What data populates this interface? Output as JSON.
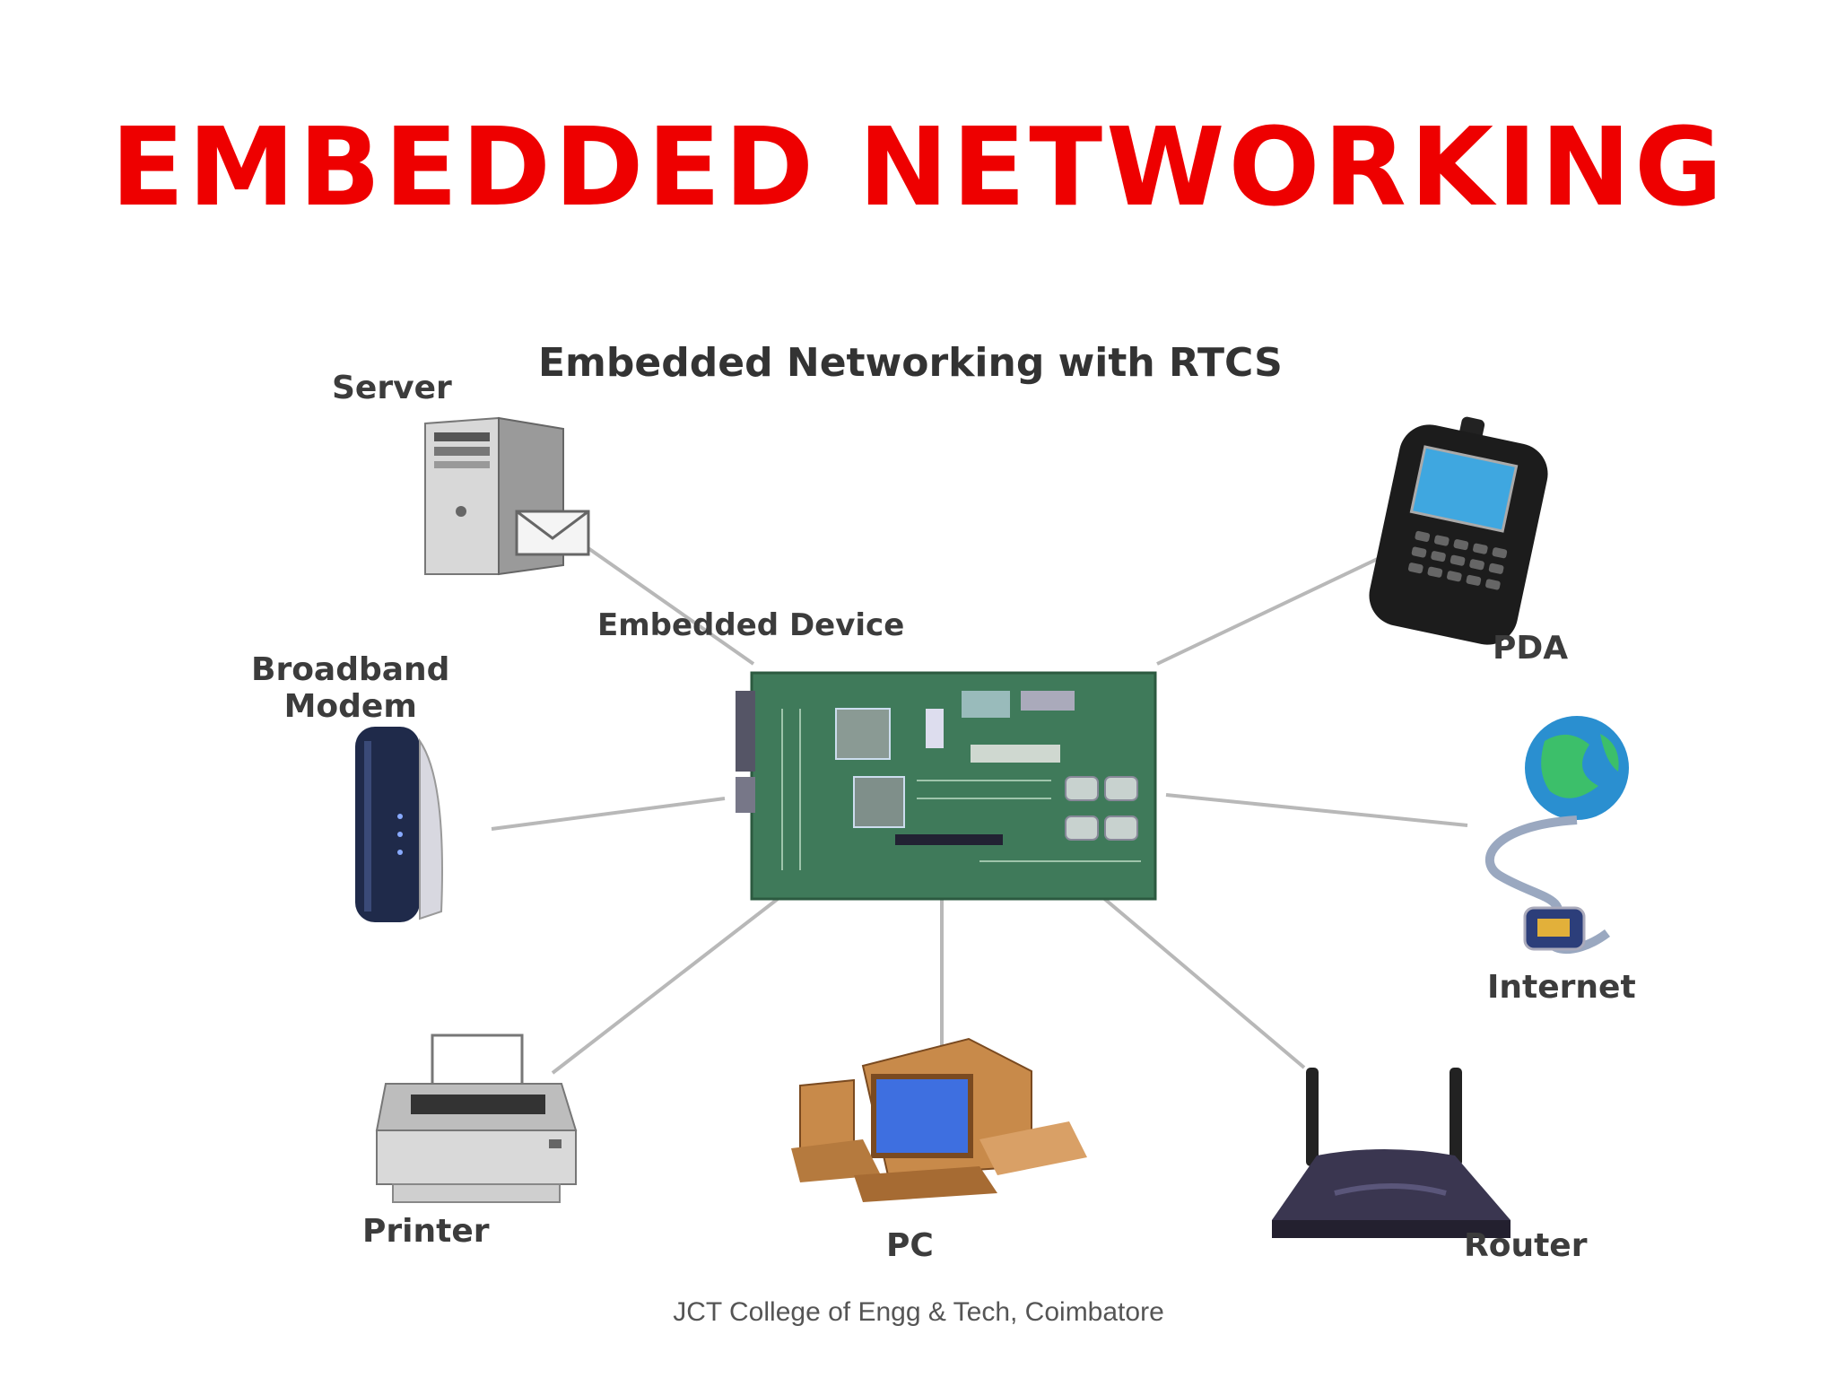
{
  "slide": {
    "title": "EMBEDDED NETWORKING",
    "title_color": "#ee0000",
    "footer": "JCT College of Engg & Tech, Coimbatore"
  },
  "diagram": {
    "title": "Embedded Networking with RTCS",
    "center": {
      "label": "Embedded Device",
      "icon": "circuit-board-icon"
    },
    "nodes": [
      {
        "label": "Server",
        "icon": "server-icon"
      },
      {
        "label": "PDA",
        "icon": "pda-icon"
      },
      {
        "label": "Broadband\nModem",
        "label_line1": "Broadband",
        "label_line2": "Modem",
        "icon": "modem-icon"
      },
      {
        "label": "Internet",
        "icon": "globe-icon"
      },
      {
        "label": "Printer",
        "icon": "printer-icon"
      },
      {
        "label": "PC",
        "icon": "computer-icon"
      },
      {
        "label": "Router",
        "icon": "router-icon"
      }
    ]
  }
}
